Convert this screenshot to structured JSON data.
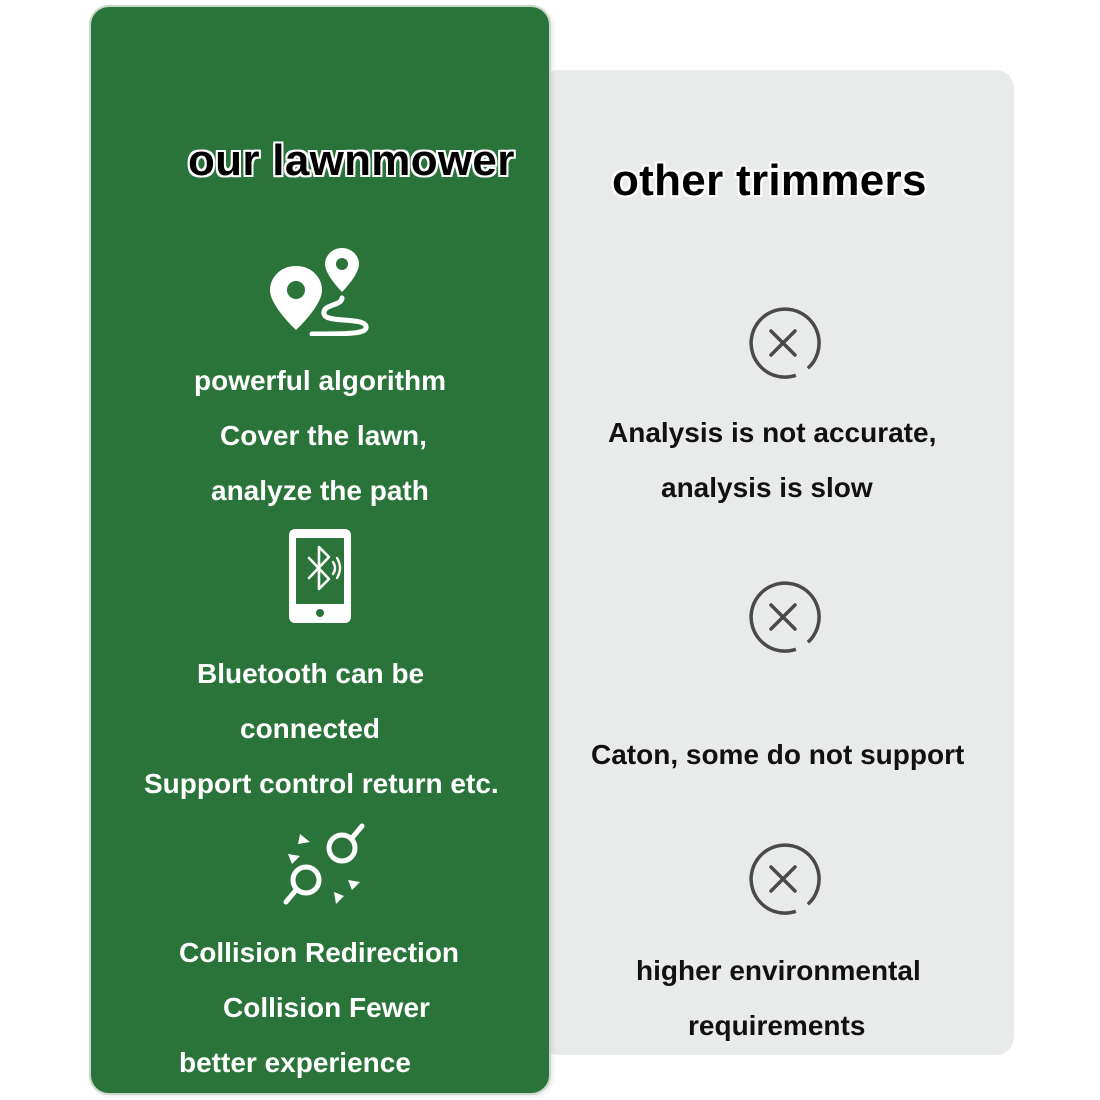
{
  "ours": {
    "title": "our lawnmower",
    "features": [
      {
        "icon": "map-route-icon",
        "lines": [
          "powerful algorithm",
          "Cover the lawn,",
          "analyze the path"
        ]
      },
      {
        "icon": "bluetooth-phone-icon",
        "lines": [
          "Bluetooth can be",
          "connected",
          "Support control return etc."
        ]
      },
      {
        "icon": "collision-icon",
        "lines": [
          "Collision Redirection",
          "Collision Fewer",
          "better experience"
        ]
      }
    ]
  },
  "other": {
    "title": "other trimmers",
    "features": [
      {
        "icon": "cross-circle-icon",
        "lines": [
          "Analysis is not accurate,",
          "analysis is slow"
        ]
      },
      {
        "icon": "cross-circle-icon",
        "lines": [
          "Caton, some do not support"
        ]
      },
      {
        "icon": "cross-circle-icon",
        "lines": [
          "higher environmental",
          "requirements"
        ]
      }
    ]
  },
  "colors": {
    "ours_panel": "#2a7439",
    "other_panel": "#e9ebea",
    "icon_stroke": "#4a4a4a"
  }
}
